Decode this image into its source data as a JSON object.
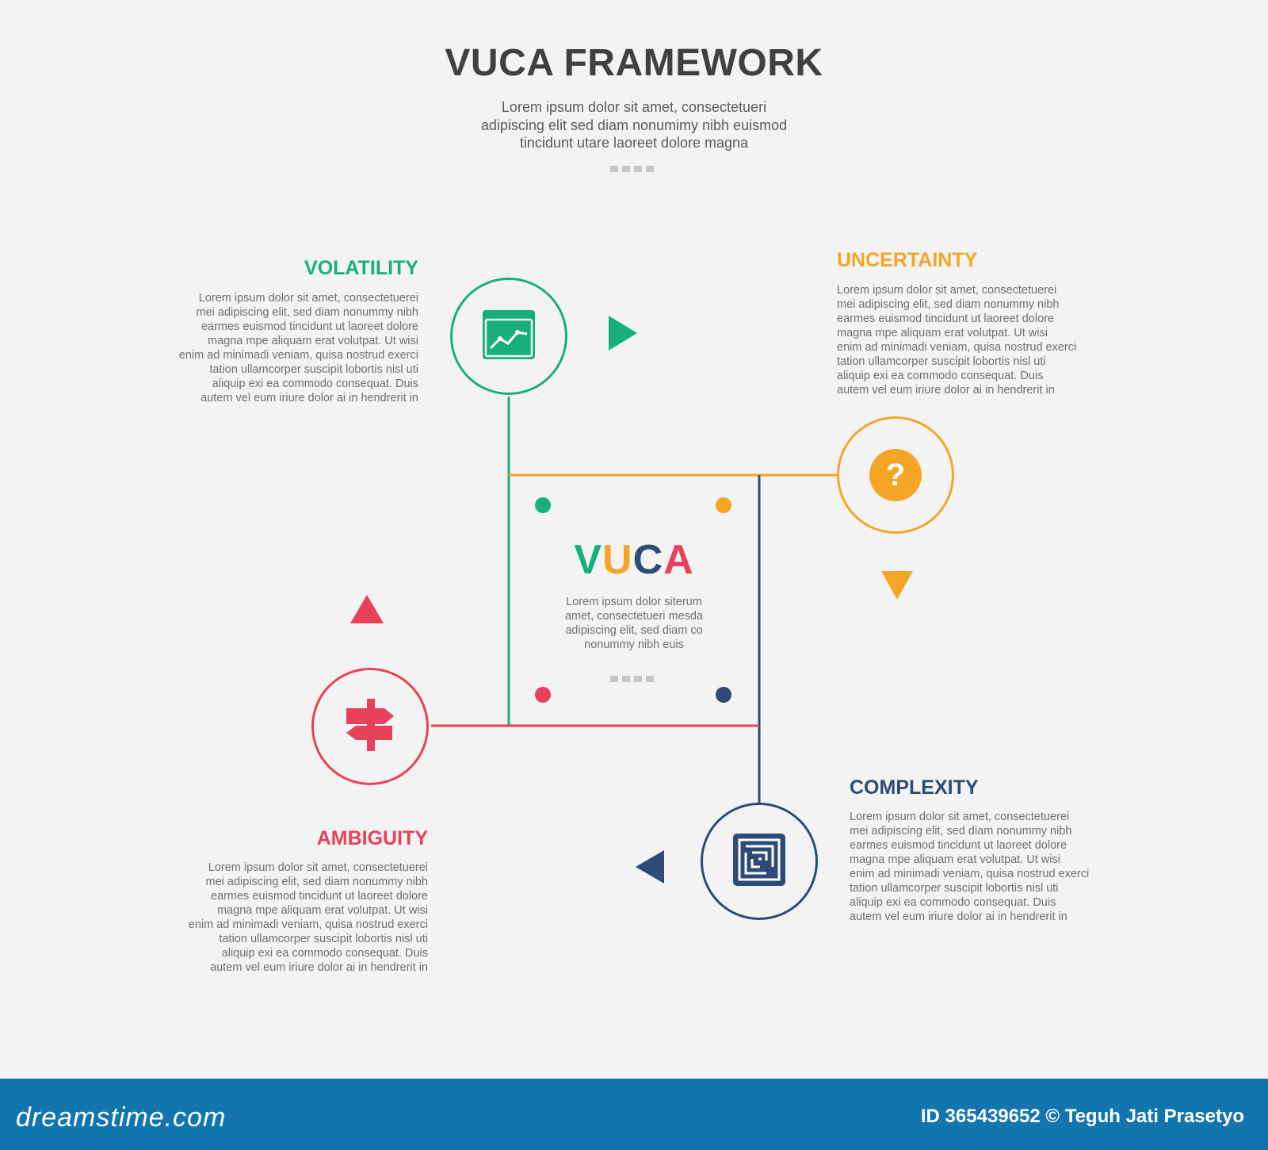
{
  "title": "VUCA FRAMEWORK",
  "subtitle_lines": [
    "Lorem ipsum dolor sit amet, consectetueri",
    "adipiscing elit sed diam nonumimy nibh euismod",
    "tincidunt utare laoreet dolore magna"
  ],
  "center": {
    "letters": [
      "V",
      "U",
      "C",
      "A"
    ],
    "text_lines": [
      "Lorem ipsum dolor siterum",
      "amet, consectetueri mesda",
      "adipiscing elit, sed diam co",
      "nonummy nibh euis"
    ]
  },
  "colors": {
    "volatility": "#17b07a",
    "uncertainty": "#f5a526",
    "ambiguity": "#e8415a",
    "complexity": "#2e4a76",
    "title": "#404040",
    "footer": "#1375ae"
  },
  "quadrants": {
    "volatility": {
      "heading": "VOLATILITY",
      "icon": "browser-chart-icon",
      "lines": [
        "Lorem ipsum dolor sit amet, consectetuerei",
        "mei adipiscing elit, sed diam nonummy nibh",
        "earmes euismod tincidunt ut laoreet dolore",
        "magna mpe aliquam erat volutpat. Ut wisi",
        "enim ad minimadi veniam, quisa nostrud exerci",
        "tation ullamcorper suscipit lobortis nisl uti",
        "aliquip exi ea commodo consequat. Duis",
        "autem vel eum iriure dolor ai in hendrerit in"
      ]
    },
    "uncertainty": {
      "heading": "UNCERTAINTY",
      "icon": "question-mark-icon",
      "icon_glyph": "?",
      "lines": [
        "Lorem ipsum dolor sit amet, consectetuerei",
        "mei adipiscing elit, sed diam nonummy nibh",
        "earmes euismod tincidunt ut laoreet dolore",
        "magna mpe aliquam erat volutpat. Ut wisi",
        "enim ad minimadi veniam, quisa nostrud exerci",
        "tation ullamcorper suscipit lobortis nisl uti",
        "aliquip exi ea commodo consequat. Duis",
        "autem vel eum iriure dolor ai in hendrerit in"
      ]
    },
    "ambiguity": {
      "heading": "AMBIGUITY",
      "icon": "signpost-icon",
      "lines": [
        "Lorem ipsum dolor sit amet, consectetuerei",
        "mei adipiscing elit, sed diam nonummy nibh",
        "earmes euismod tincidunt ut laoreet dolore",
        "magna mpe aliquam erat volutpat. Ut wisi",
        "enim ad minimadi veniam, quisa nostrud exerci",
        "tation ullamcorper suscipit lobortis nisl uti",
        "aliquip exi ea commodo consequat. Duis",
        "autem vel eum iriure dolor ai in hendrerit in"
      ]
    },
    "complexity": {
      "heading": "COMPLEXITY",
      "icon": "maze-icon",
      "lines": [
        "Lorem ipsum dolor sit amet, consectetuerei",
        "mei adipiscing elit, sed diam nonummy nibh",
        "earmes euismod tincidunt ut laoreet dolore",
        "magna mpe aliquam erat volutpat. Ut wisi",
        "enim ad minimadi veniam, quisa nostrud exerci",
        "tation ullamcorper suscipit lobortis nisl uti",
        "aliquip exi ea commodo consequat. Duis",
        "autem vel eum iriure dolor ai in hendrerit in"
      ]
    }
  },
  "footer": {
    "logo": "dreamstime.com",
    "credit": "ID 365439652 © Teguh Jati Prasetyo"
  }
}
